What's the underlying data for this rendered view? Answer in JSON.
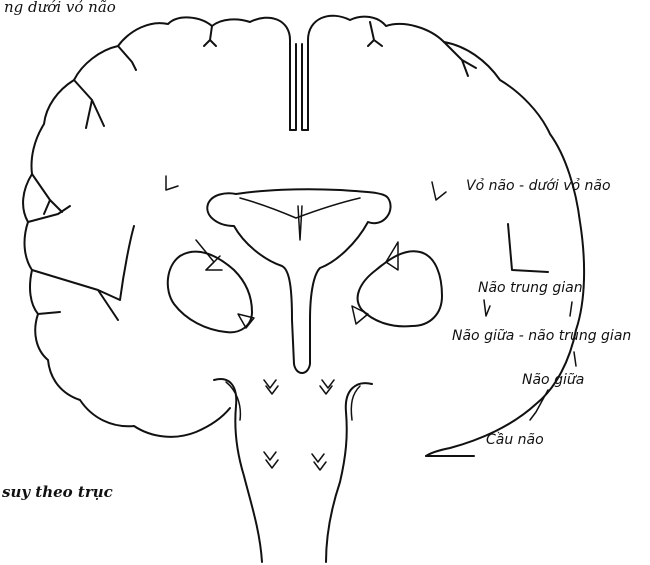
{
  "captions": {
    "top": "ng dưới vỏ não",
    "bottom": "suy theo trục"
  },
  "labels": {
    "cortex_subcortex": "Vỏ não - dưới vỏ não",
    "diencephalon": "Não trung gian",
    "midbrain_diencephalon": "Não giữa - não trung gian",
    "midbrain": "Não giữa",
    "pons": "Cầu não"
  },
  "colors": {
    "ink": "#111111",
    "background": "#ffffff"
  }
}
